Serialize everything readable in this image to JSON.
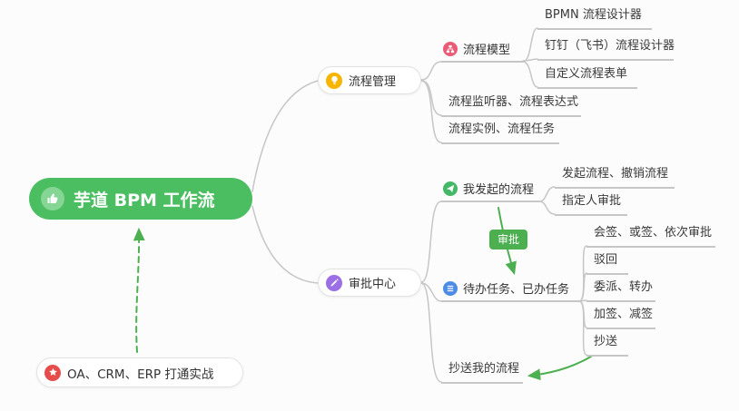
{
  "map": {
    "root": {
      "label": "芋道 BPM 工作流",
      "icon": "thumbs-up"
    },
    "branches": [
      {
        "label": "流程管理",
        "icon": "lightbulb",
        "children": [
          {
            "label": "流程模型",
            "icon": "flow-model",
            "children": [
              {
                "label": "BPMN 流程设计器"
              },
              {
                "label": "钉钉（飞书）流程设计器"
              },
              {
                "label": "自定义流程表单"
              }
            ]
          },
          {
            "label": "流程监听器、流程表达式"
          },
          {
            "label": "流程实例、流程任务"
          }
        ]
      },
      {
        "label": "审批中心",
        "icon": "pencil",
        "children": [
          {
            "label": "我发起的流程",
            "icon": "send",
            "children": [
              {
                "label": "发起流程、撤销流程"
              },
              {
                "label": "指定人审批"
              }
            ]
          },
          {
            "label": "待办任务、已办任务",
            "icon": "checklist",
            "children": [
              {
                "label": "会签、或签、依次审批"
              },
              {
                "label": "驳回"
              },
              {
                "label": "委派、转办"
              },
              {
                "label": "加签、减签"
              },
              {
                "label": "抄送"
              }
            ]
          },
          {
            "label": "抄送我的流程"
          }
        ]
      }
    ],
    "floating": {
      "label": "OA、CRM、ERP 打通实战",
      "icon": "star"
    },
    "relationships": [
      {
        "label": "审批",
        "from": "我发起的流程",
        "to": "待办任务、已办任务",
        "style": "solid-arrow"
      },
      {
        "label": "",
        "from": "OA、CRM、ERP 打通实战",
        "to": "芋道 BPM 工作流",
        "style": "dashed-arrow"
      },
      {
        "label": "",
        "from": "抄送",
        "to": "抄送我的流程",
        "style": "solid-arrow"
      }
    ]
  },
  "colors": {
    "root_bg": "#4cbe62",
    "relationship_green": "#4caf50",
    "connector_gray": "#c6c6c6",
    "icon_orange": "#f7b500",
    "icon_purple": "#9c6fe4",
    "icon_pink": "#ea5b77",
    "icon_green": "#45b868",
    "icon_blue": "#4e8be6",
    "icon_red": "#e64c4c"
  }
}
